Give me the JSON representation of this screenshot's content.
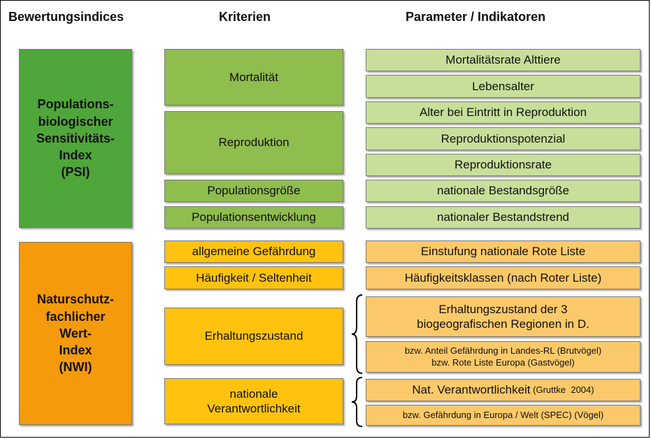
{
  "headers": {
    "col1": "Bewertungsindices",
    "col2": "Kriterien",
    "col3": "Parameter / Indikatoren"
  },
  "indices": {
    "psi": "Populations-\nbiologischer\nSensitivitäts-\nIndex\n(PSI)",
    "nwi": "Naturschutz-\nfachlicher\nWert-\nIndex\n(NWI)"
  },
  "kriterien": {
    "mortalitaet": "Mortalität",
    "reproduktion": "Reproduktion",
    "populationsgroesse": "Populationsgröße",
    "populationsentwicklung": "Populationsentwicklung",
    "gefaehrdung": "allgemeine  Gefährdung",
    "haeufigkeit": "Häufigkeit  /  Seltenheit",
    "erhaltungszustand": "Erhaltungszustand",
    "verantwortlichkeit": "nationale\nVerantwortlichkeit"
  },
  "parameter": {
    "p1": "Mortalitätsrate Alttiere",
    "p2": "Lebensalter",
    "p3": "Alter bei Eintritt in Reproduktion",
    "p4": "Reproduktionspotenzial",
    "p5": "Reproduktionsrate",
    "p6": "nationale Bestandsgröße",
    "p7": "nationaler Bestandstrend",
    "p8": "Einstufung  nationale Rote Liste",
    "p9": "Häufigkeitsklassen  (nach Roter Liste)",
    "p10": "Erhaltungszustand  der 3\nbiogeografischen  Regionen  in  D.",
    "p11": "bzw.  Anteil Gefährdung  in Landes-RL (Brutvögel)\nbzw. Rote Liste Europa (Gastvögel)",
    "p12_main": "Nat.  Verantwortlichkeit",
    "p12_cite": " (Gruttke  2004)",
    "p13": "bzw.  Gefährdung  in Europa / Welt (SPEC) (Vögel)"
  },
  "colors": {
    "psi": "#4fa63a",
    "nwi": "#f59a0a",
    "kriterien_green": "#8fbd4e",
    "parameter_green": "#c7df9a",
    "kriterien_orange": "#ffc20e",
    "parameter_orange": "#fcc96a"
  }
}
